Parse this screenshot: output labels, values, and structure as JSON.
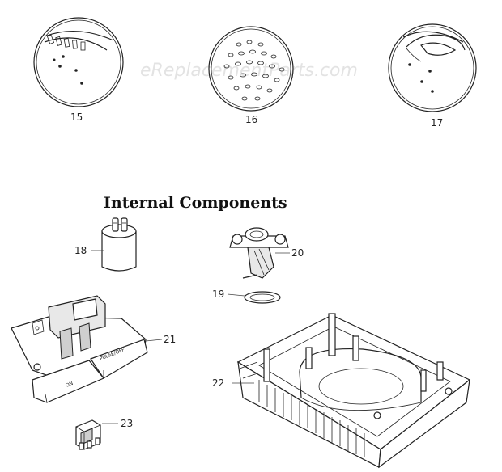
{
  "watermark": "eReplacementParts.com",
  "section_title": "Internal Components",
  "parts": {
    "p15": "15",
    "p16": "16",
    "p17": "17",
    "p18": "18",
    "p19": "19",
    "p20": "20",
    "p21": "21",
    "p22": "22",
    "p23": "23"
  },
  "switch_labels": {
    "on": "ON",
    "pulse_off": "PULSE/OFF"
  }
}
